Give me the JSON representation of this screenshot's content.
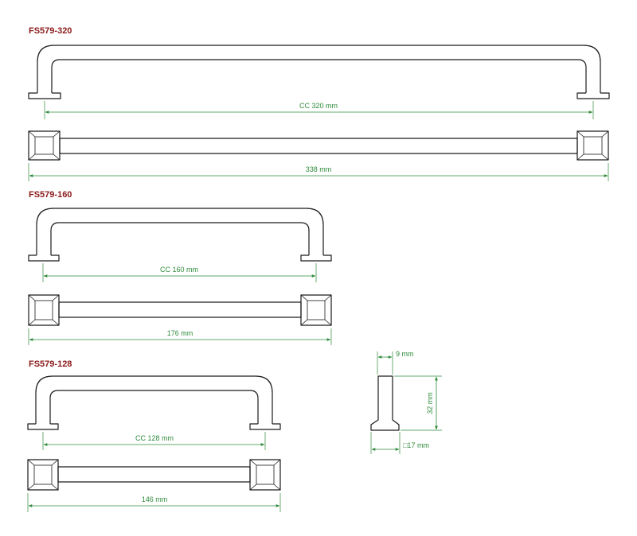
{
  "colors": {
    "title": "#8b1a1a",
    "dimension": "#2e8b3a",
    "line": "#1a1a1a",
    "background": "#ffffff"
  },
  "products": [
    {
      "code": "FS579-320",
      "cc_label": "CC 320 mm",
      "length_label": "338 mm"
    },
    {
      "code": "FS579-160",
      "cc_label": "CC 160 mm",
      "length_label": "176 mm"
    },
    {
      "code": "FS579-128",
      "cc_label": "CC 128 mm",
      "length_label": "146 mm"
    }
  ],
  "side_view": {
    "width_label": "9 mm",
    "height_label": "32 mm",
    "base_label": "□17 mm"
  }
}
